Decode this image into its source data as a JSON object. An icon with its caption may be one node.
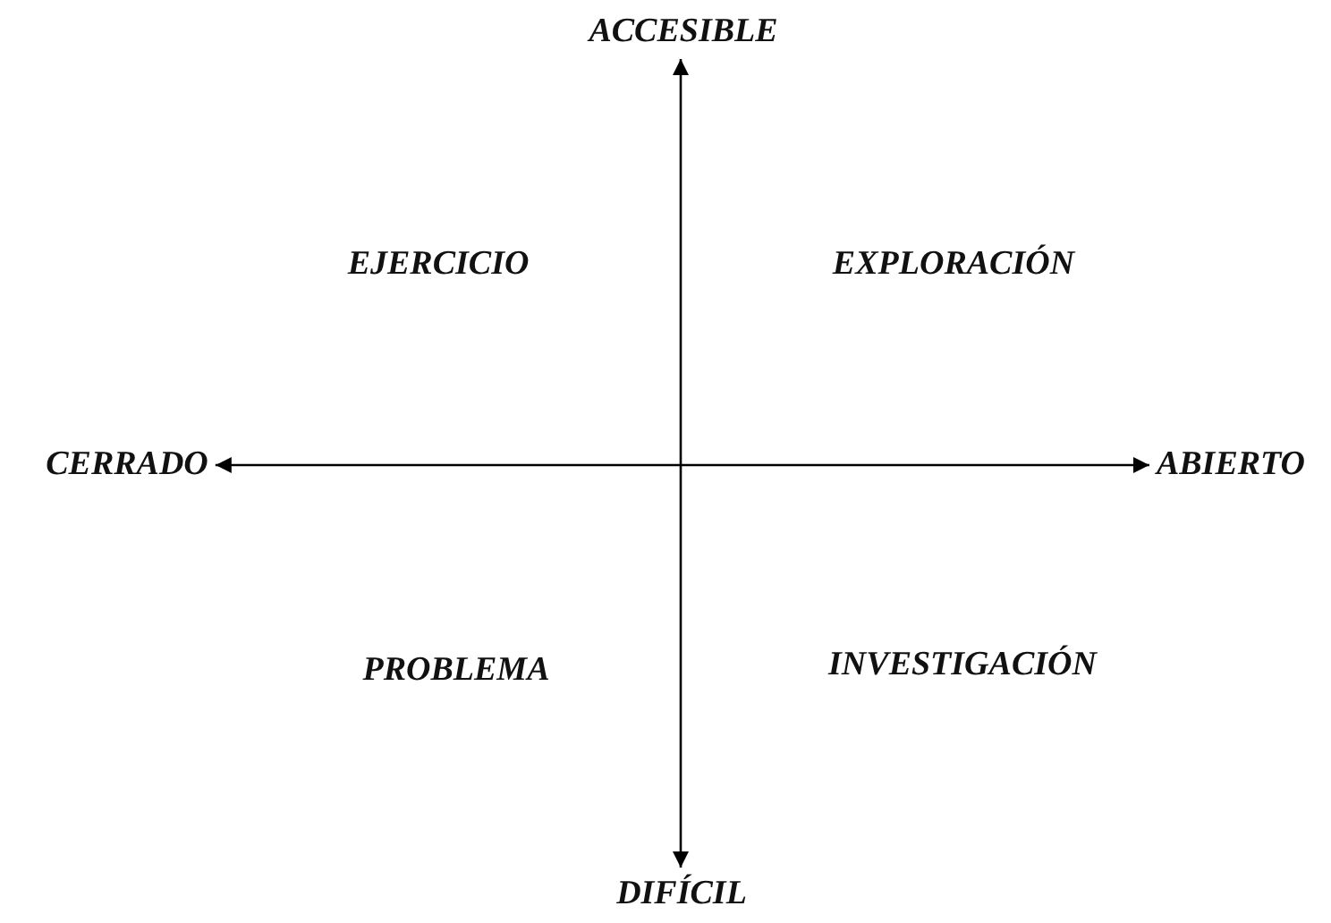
{
  "diagram": {
    "nodes": [
      {
        "text": [
          "ACCESIBLE"
        ]
      },
      {
        "text": [
          "DIFÍCIL"
        ]
      },
      {
        "text": [
          "CERRADO"
        ]
      },
      {
        "text": [
          "ABIERTO"
        ]
      }
    ],
    "edges": [
      {
        "from": 0,
        "to": 1,
        "arrow": "both"
      },
      {
        "from": 2,
        "to": 3,
        "arrow": "both"
      }
    ],
    "labels": [
      "EJERCICIO",
      "EXPLORACIÓN",
      "PROBLEMA",
      "INVESTIGACIÓN"
    ]
  }
}
